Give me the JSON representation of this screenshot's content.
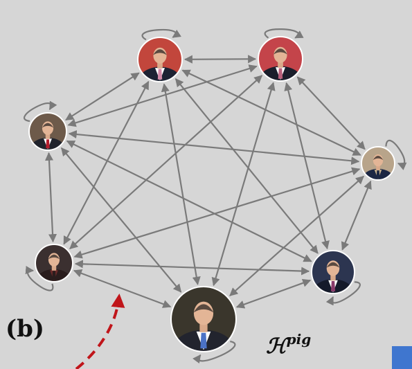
{
  "panel_label": "(b)",
  "graph_label": {
    "base": "ℋ",
    "sup": "pig"
  },
  "colors": {
    "background": "#d6d6d6",
    "edge": "#7a7a7a",
    "node_border": "#ffffff",
    "highlight_arrow": "#c0151a",
    "corner_block": "#3f76cf"
  },
  "nodes": [
    {
      "id": "n1",
      "icon": "person-portrait-suit-pink-tie",
      "suit": "#1d2233",
      "shirt": "#ffffff",
      "tie": "#d38aa8",
      "bg": "#c2463c"
    },
    {
      "id": "n2",
      "icon": "person-portrait-elderly-suit",
      "suit": "#1a1e2b",
      "shirt": "#ffffff",
      "tie": "#b85f7a",
      "bg": "#c4444a"
    },
    {
      "id": "n3",
      "icon": "person-portrait-suit-red-tie",
      "suit": "#20232c",
      "shirt": "#ffffff",
      "tie": "#b41c2c",
      "bg": "#6d5a4a"
    },
    {
      "id": "n4",
      "icon": "person-portrait-woman-dark-jacket",
      "suit": "#1c2744",
      "shirt": "#c9b38e",
      "tie": "#1c2744",
      "bg": "#b8a48a"
    },
    {
      "id": "n5",
      "icon": "person-portrait-woman-dark-hair",
      "suit": "#2a1d1d",
      "shirt": "#6b2a2a",
      "tie": "#2a1d1d",
      "bg": "#3b3030"
    },
    {
      "id": "n6",
      "icon": "person-portrait-suit-purple-tie",
      "suit": "#151a2a",
      "shirt": "#ffffff",
      "tie": "#8a3a6a",
      "bg": "#2c3550"
    },
    {
      "id": "n7",
      "icon": "person-portrait-center-suit-blue-tie",
      "suit": "#22242e",
      "shirt": "#ffffff",
      "tie": "#4b72c6",
      "bg": "#3a362c"
    }
  ]
}
